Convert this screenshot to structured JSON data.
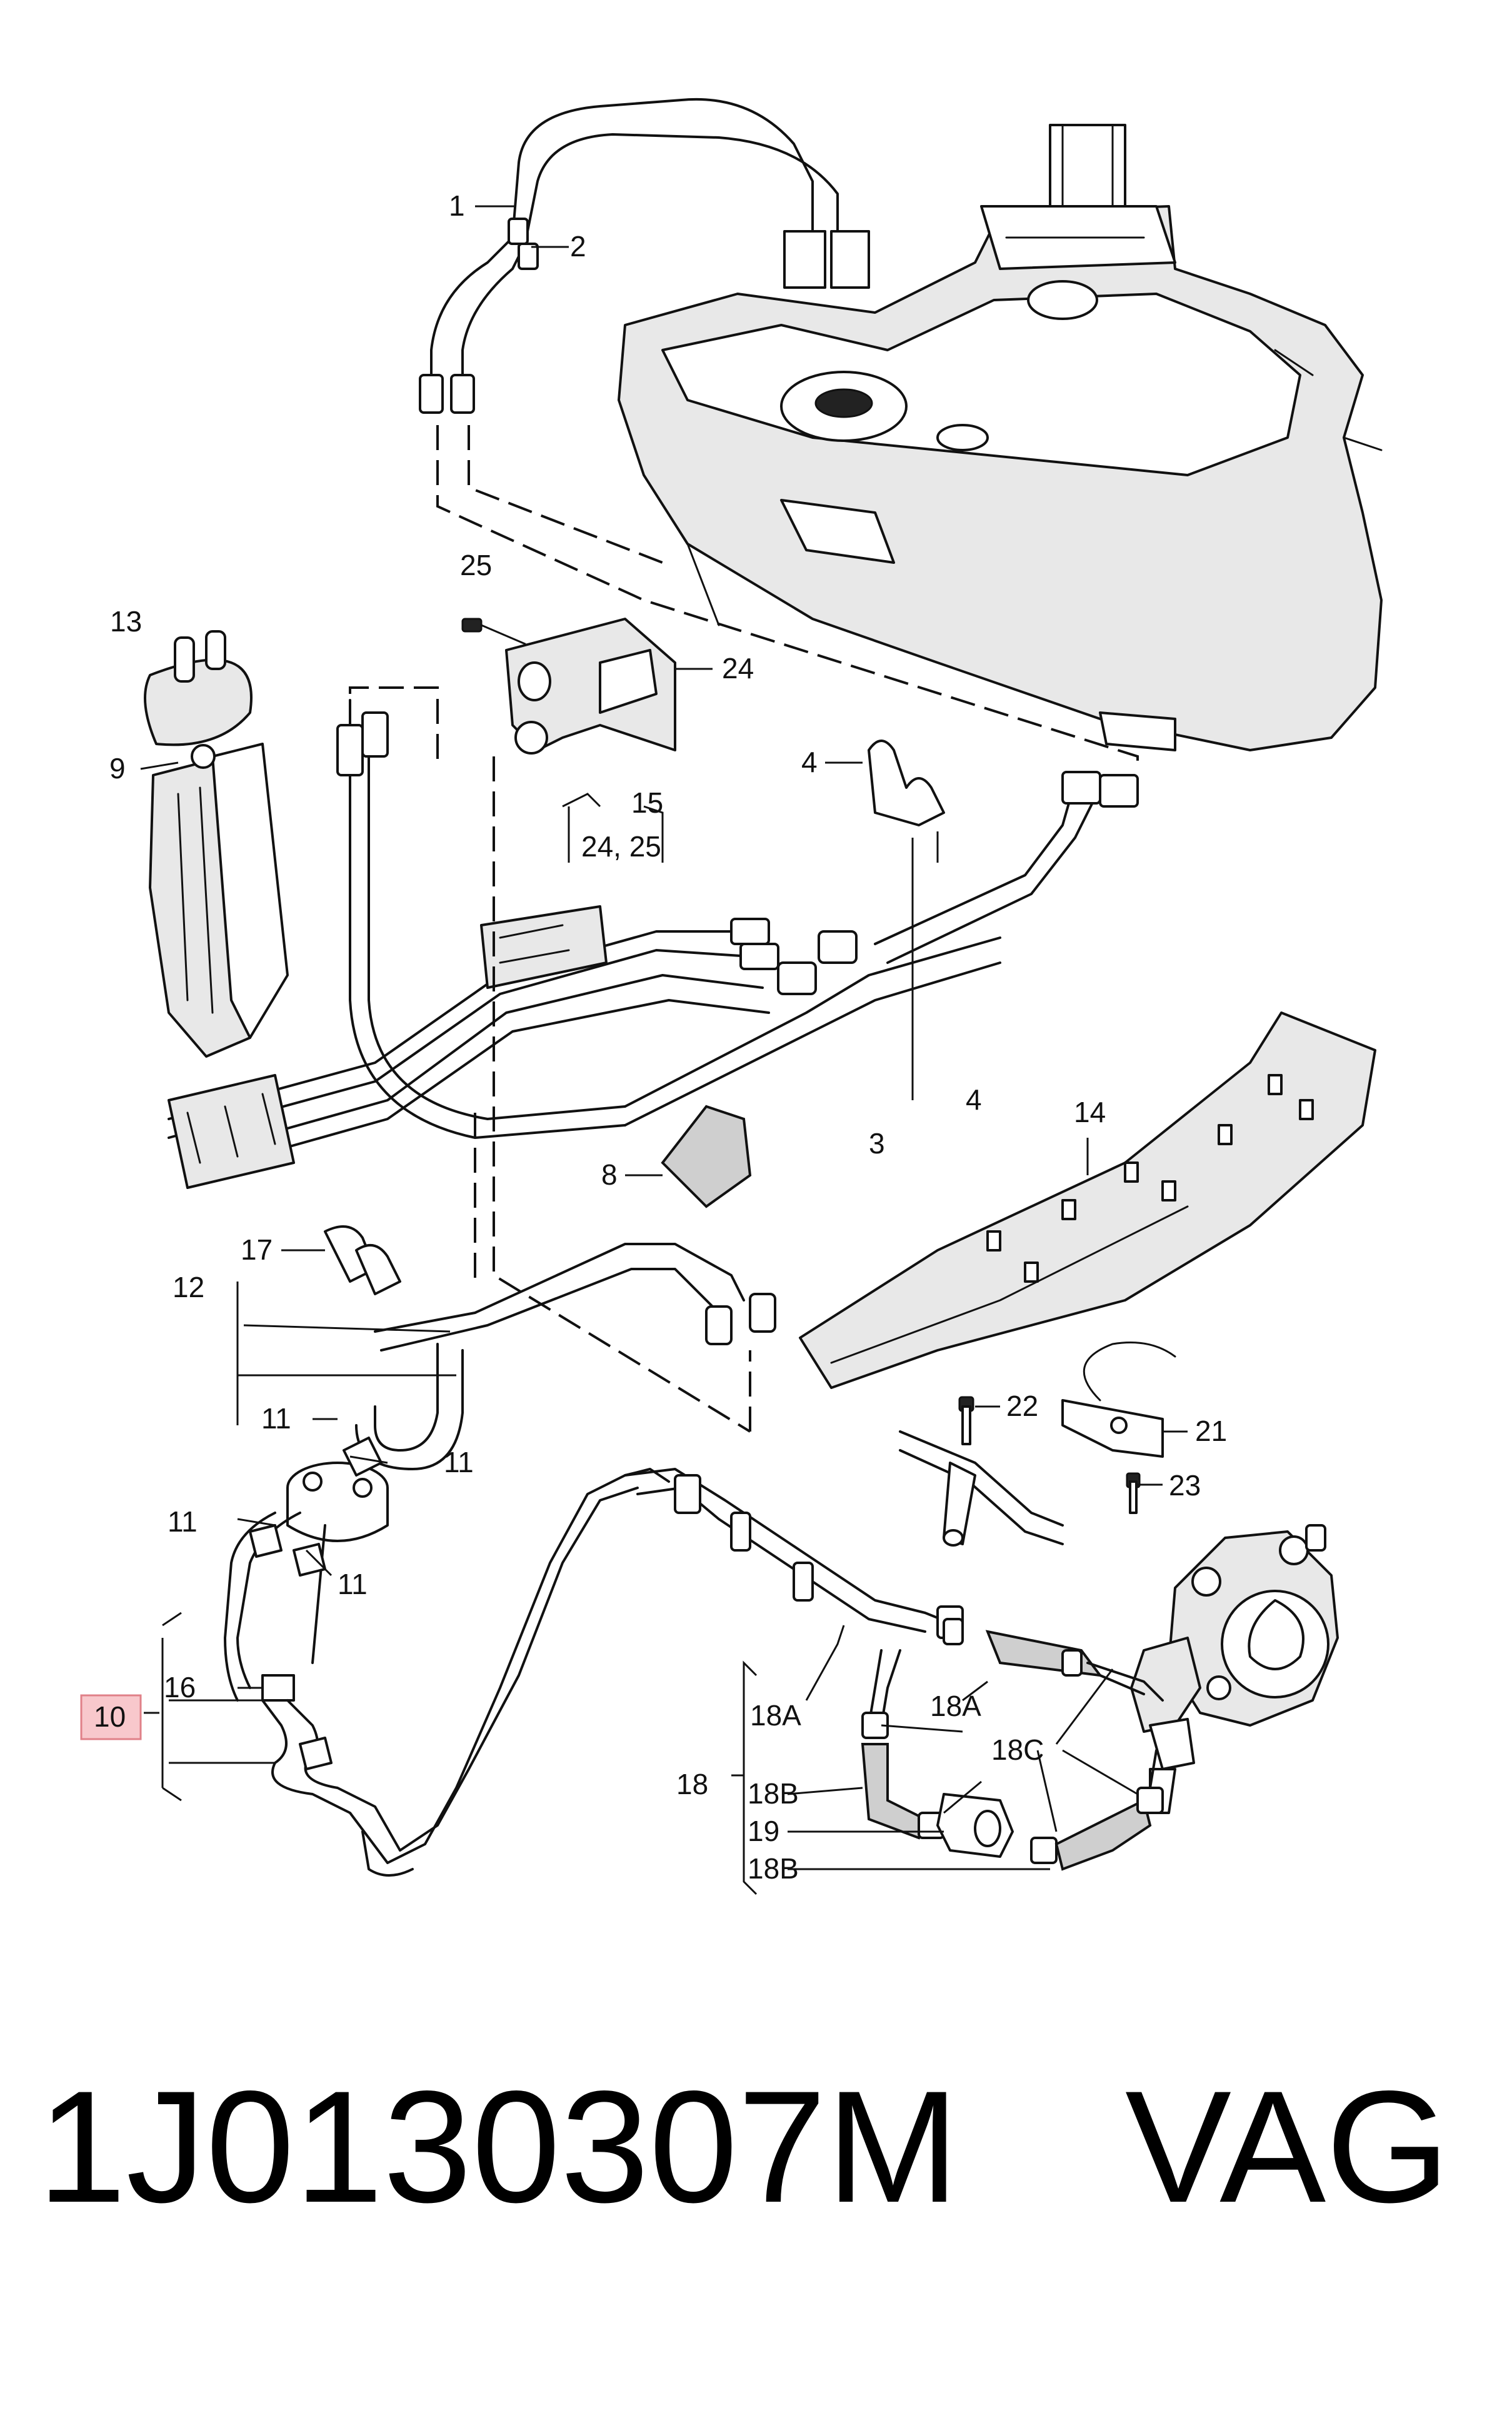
{
  "callouts": {
    "c1": "1",
    "c2": "2",
    "c3": "3",
    "c4a": "4",
    "c4b": "4",
    "c8": "8",
    "c9": "9",
    "c10": "10",
    "c11a": "11",
    "c11b": "11",
    "c11c": "11",
    "c11d": "11",
    "c12": "12",
    "c13": "13",
    "c14": "14",
    "c15": "15",
    "c15sub": "24, 25",
    "c16": "16",
    "c17": "17",
    "c18": "18",
    "c18a1": "18A",
    "c18a2": "18A",
    "c18b1": "18B",
    "c18b2": "18B",
    "c18c": "18C",
    "c19": "19",
    "c21": "21",
    "c22": "22",
    "c23": "23",
    "c24": "24",
    "c25": "25"
  },
  "highlight": {
    "callout": "10",
    "color": "#f8c8cc",
    "border": "#e08088"
  },
  "footer": {
    "part_number": "1J0130307M",
    "brand": "VAG"
  }
}
